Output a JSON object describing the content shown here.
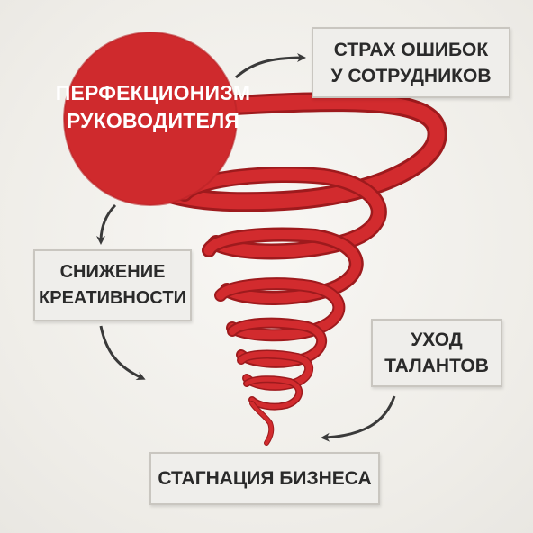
{
  "center_node": {
    "line1": "ПЕРФЕКЦИОНИЗМ",
    "line2": "РУКОВОДИТЕЛЯ"
  },
  "nodes": {
    "fear": {
      "line1": "СТРАХ ОШИБОК",
      "line2": "У СОТРУДНИКОВ"
    },
    "creativity": {
      "line1": "СНИЖЕНИЕ",
      "line2": "КРЕАТИВНОСТИ"
    },
    "talents": {
      "line1": "УХОД",
      "line2": "ТАЛАНТОВ"
    },
    "stagnation": {
      "line1": "СТАГНАЦИЯ БИЗНЕСА"
    }
  },
  "colors": {
    "accent_red": "#d22b2e",
    "dark_red": "#9e1a1d",
    "arrow": "#3a3a3a",
    "box_border": "#c9c6c0",
    "box_fill": "#efeeeb",
    "text_dark": "#2a2a2a"
  },
  "icons": {
    "arrows": "curved-arrow-icon",
    "spiral": "downward-spiral-icon"
  }
}
